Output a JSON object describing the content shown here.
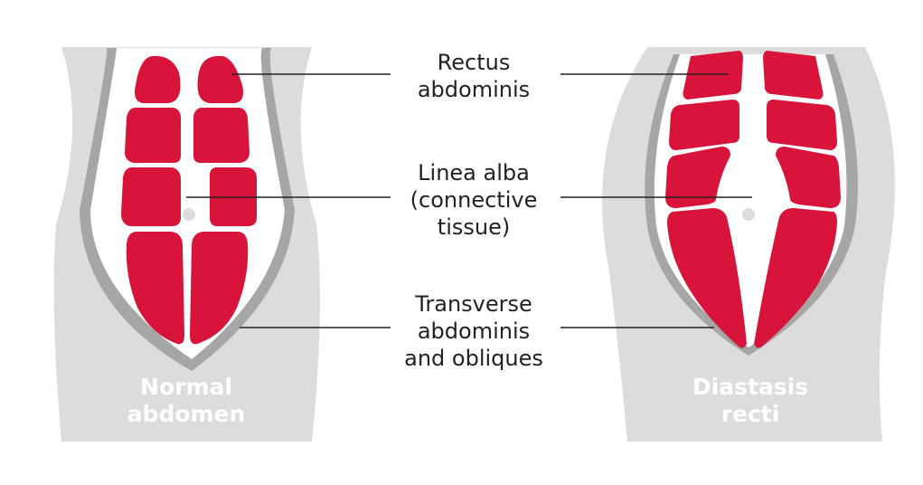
{
  "labels": {
    "rectus": [
      "Rectus",
      "abdominis"
    ],
    "linea": [
      "Linea alba",
      "(connective",
      "tissue)"
    ],
    "transverse": [
      "Transverse",
      "abdominis",
      "and obliques"
    ]
  },
  "figures": {
    "normal": [
      "Normal",
      "abdomen"
    ],
    "diastasis": [
      "Diastasis",
      "recti"
    ]
  },
  "colors": {
    "muscle": "#d8143a",
    "body": "#dcdcdc",
    "rim": "#a6a6a6",
    "sheath": "#ffffff",
    "line": "#222222"
  }
}
